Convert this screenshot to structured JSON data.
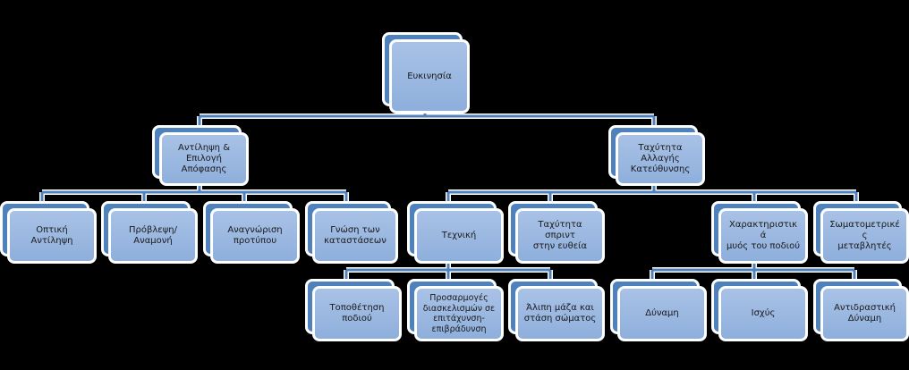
{
  "diagram": {
    "root": {
      "label": "Ευκινησία"
    },
    "branches": [
      {
        "label": "Αντίληψη &\nΕπιλογή Απόφασης",
        "children": [
          {
            "label": "Οπτική Αντίληψη"
          },
          {
            "label": "Πρόβλεψη/\nΑναμονή"
          },
          {
            "label": "Αναγνώριση\nπροτύπου"
          },
          {
            "label": "Γνώση των\nκαταστάσεων"
          }
        ]
      },
      {
        "label": "Ταχύτητα Αλλαγής\nΚατεύθυνσης",
        "children": [
          {
            "label": "Τεχνική",
            "children": [
              {
                "label": "Τοποθέτηση\nποδιού"
              },
              {
                "label": "Προσαρμογές\nδιασκελισμών σε\nεπιτάχυνση-\nεπιβράδυνση"
              },
              {
                "label": "Άλιπη μάζα και\nστάση σώματος"
              }
            ]
          },
          {
            "label": "Ταχύτητα σπριντ\nστην ευθεία"
          },
          {
            "label": "Χαρακτηριστικά\nμυός του ποδιού",
            "children": [
              {
                "label": "Δύναμη"
              },
              {
                "label": "Ισχύς"
              },
              {
                "label": "Αντιδραστική\nΔύναμη"
              }
            ]
          },
          {
            "label": "Σωματομετρικές\nμεταβλητές"
          }
        ]
      }
    ]
  }
}
